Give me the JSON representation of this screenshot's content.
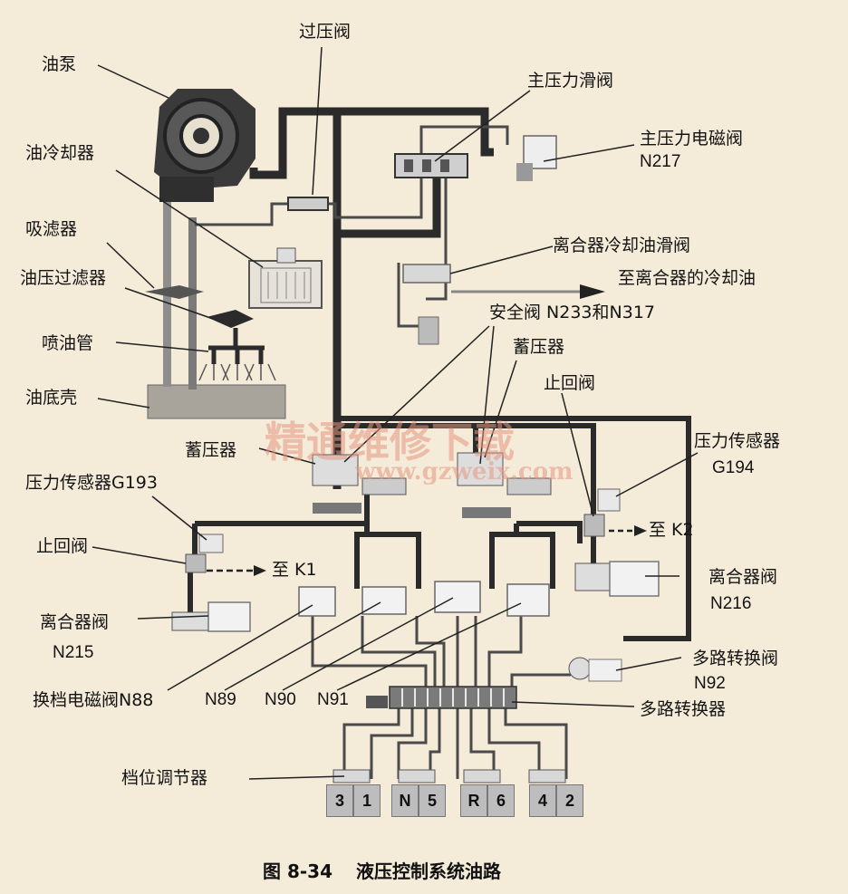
{
  "labels": {
    "overpressure_valve": "过压阀",
    "oil_pump": "油泵",
    "main_pressure_slide_valve": "主压力滑阀",
    "main_pressure_solenoid": "主压力电磁阀",
    "n217": "N217",
    "oil_cooler": "油冷却器",
    "suction_filter": "吸滤器",
    "clutch_cooling_slide_valve": "离合器冷却油滑阀",
    "to_clutch_cooling_oil": "至离合器的冷却油",
    "oil_pressure_filter": "油压过滤器",
    "safety_valve": "安全阀 N233和N317",
    "injection_pipe": "喷油管",
    "accumulator_right": "蓄压器",
    "check_valve_right": "止回阀",
    "oil_pan": "油底壳",
    "accumulator_left": "蓄压器",
    "pressure_sensor_right": "压力传感器",
    "g194": "G194",
    "pressure_sensor_left": "压力传感器G193",
    "to_k2": "至 K2",
    "check_valve_left": "止回阀",
    "to_k1": "至  K1",
    "clutch_valve_right": "离合器阀",
    "n216": "N216",
    "clutch_valve_left": "离合器阀",
    "n215": "N215",
    "multiplexer_valve": "多路转换阀",
    "n92": "N92",
    "shift_solenoid": "换档电磁阀N88",
    "n89": "N89",
    "n90": "N90",
    "n91": "N91",
    "multiplexer": "多路转换器",
    "gear_selector": "档位调节器"
  },
  "gear_positions": [
    "3",
    "1",
    "N",
    "5",
    "R",
    "6",
    "4",
    "2"
  ],
  "watermark": {
    "title": "精通维修下载",
    "url": "www.gzweix.com"
  },
  "caption": {
    "figure_no": "图 8-34",
    "title": "液压控制系统油路"
  },
  "colors": {
    "background": "#f4ebd9",
    "oil_line": "#2b2b2b",
    "watermark": "#e89680"
  }
}
